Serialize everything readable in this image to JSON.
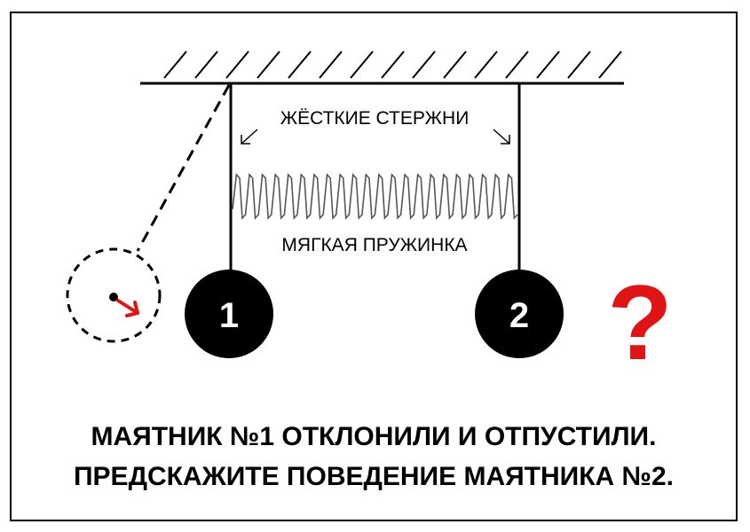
{
  "diagram": {
    "label_rigid_rods": "ЖЁСТКИЕ СТЕРЖНИ",
    "label_soft_spring": "МЯГКАЯ ПРУЖИНКА",
    "pendulum_1_number": "1",
    "pendulum_2_number": "2",
    "question_mark": "?",
    "colors": {
      "line": "#000000",
      "bob": "#000000",
      "bob_text": "#ffffff",
      "accent": "#e01414",
      "spring": "#555555"
    },
    "icons": [
      "ceiling-hatch",
      "spring-coil",
      "displacement-arrow",
      "question-mark"
    ]
  },
  "caption": {
    "line1": "МАЯТНИК №1 ОТКЛОНИЛИ И ОТПУСТИЛИ.",
    "line2": "ПРЕДСКАЖИТЕ ПОВЕДЕНИЕ МАЯТНИКА №2."
  }
}
